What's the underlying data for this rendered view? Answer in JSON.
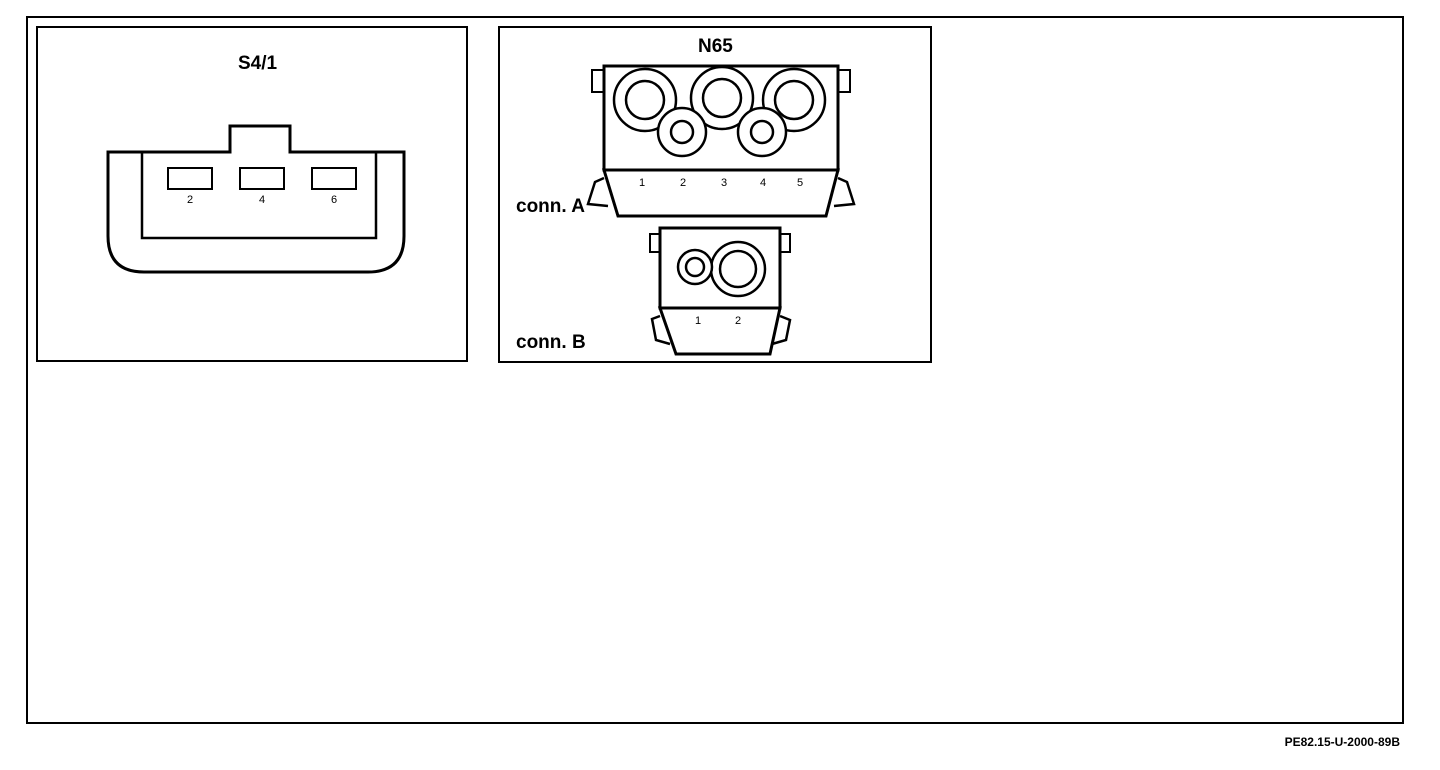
{
  "s41": {
    "title": "S4/1",
    "pins": [
      "2",
      "4",
      "6"
    ]
  },
  "n65": {
    "title": "N65",
    "conn_a": {
      "label": "conn. A",
      "pins": [
        "1",
        "2",
        "3",
        "4",
        "5"
      ]
    },
    "conn_b": {
      "label": "conn. B",
      "pins": [
        "1",
        "2"
      ]
    }
  },
  "footer": {
    "code": "PE82.15-U-2000-89B"
  }
}
